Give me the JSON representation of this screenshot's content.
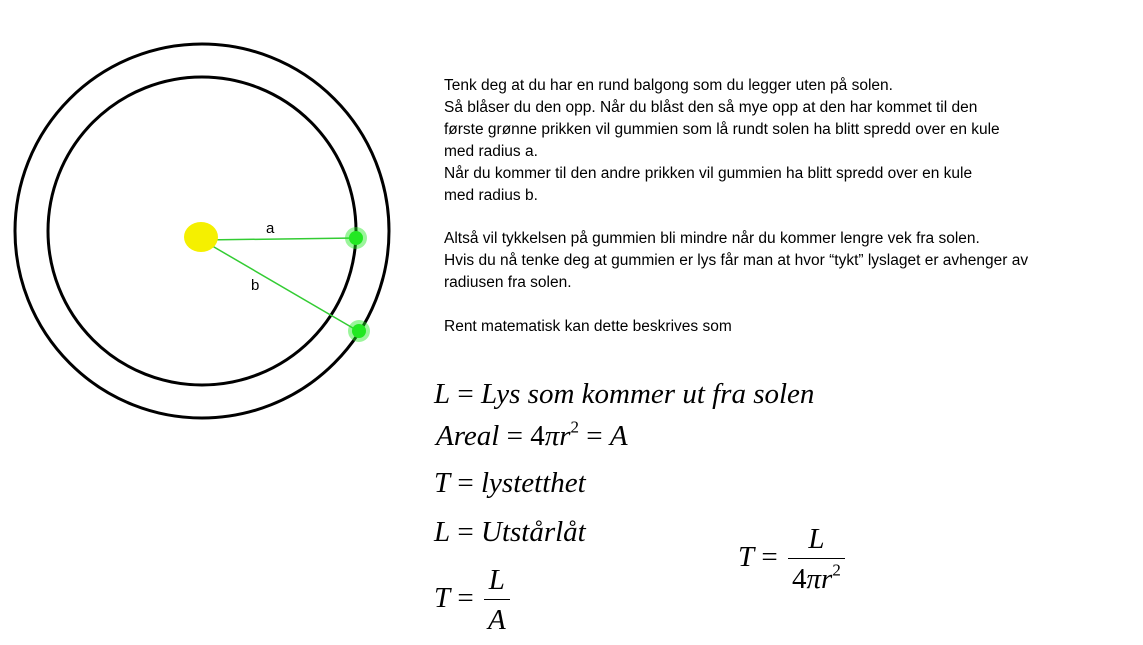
{
  "diagram": {
    "labels": {
      "a": "a",
      "b": "b"
    },
    "colors": {
      "sun": "#f5f000",
      "dot": "#22e822",
      "line": "#33cc33",
      "circle": "#000000"
    }
  },
  "explanation": {
    "lines": [
      "Tenk deg at du har en rund balgong som du legger uten på solen.",
      "Så blåser du den opp. Når du blåst den så mye opp at den har kommet til den",
      "første grønne prikken vil gummien som lå rundt solen ha blitt spredd over en kule",
      "med radius a.",
      "Når du kommer til den andre prikken vil gummien ha blitt spredd over en kule",
      "med radius b.",
      "",
      "Altså vil tykkelsen på gummien bli mindre når du kommer lengre vek fra solen.",
      "Hvis du nå tenke deg at gummien er lys får man at hvor “tykt” lyslaget er avhenger av",
      "radiusen fra solen.",
      "",
      "Rent matematisk kan dette beskrives som"
    ]
  },
  "formulas": {
    "f1": {
      "lhs": "L",
      "rhs": "Lys som kommer ut fra solen"
    },
    "f2": {
      "lhs": "Areal",
      "coef": "4",
      "pi": "π",
      "r": "r",
      "exp": "2",
      "rhs": "A"
    },
    "f3": {
      "lhs": "T",
      "rhs": "lystetthet"
    },
    "f4": {
      "lhs": "L",
      "rhs": "Utstårlåt"
    },
    "f5": {
      "lhs": "T",
      "num": "L",
      "den": "A"
    },
    "f6": {
      "lhs": "T",
      "num": "L",
      "den_coef": "4",
      "den_pi": "π",
      "den_r": "r",
      "den_exp": "2"
    }
  }
}
